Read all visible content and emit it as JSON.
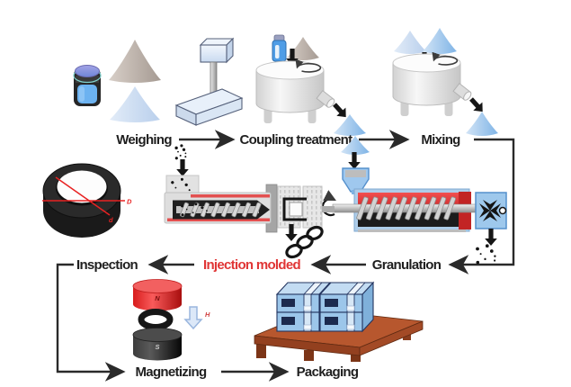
{
  "figure": {
    "background": "#ffffff",
    "steps": {
      "weighing": "Weighing",
      "coupling_treatment": "Coupling treatment",
      "mixing": "Mixing",
      "granulation": "Granulation",
      "injection_molded": "Injection molded",
      "inspection": "Inspection",
      "magnetizing": "Magnetizing",
      "packaging": "Packaging"
    },
    "flow_order": [
      "Weighing",
      "Coupling treatment",
      "Mixing",
      "Granulation",
      "Injection molded",
      "Inspection",
      "Magnetizing",
      "Packaging"
    ],
    "annotations": {
      "ring_outer_diameter": "D",
      "ring_inner_diameter": "d",
      "magnet_north": "N",
      "magnet_south": "S",
      "magnetic_field": "H"
    },
    "colors": {
      "step_label": "#1f1f1f",
      "injection_label": "#e03535",
      "arrow": "#2a2a2a",
      "annotation_red": "#e82222",
      "heater_red": "#d92b2b",
      "powder_blue": "#8fbde6",
      "machine_blue": "#9ec8ec",
      "box_blue": "#9cc6ea",
      "pallet_brown": "#a8502a",
      "magnet_north_red": "#d81c1c",
      "magnet_south_black": "#161616"
    }
  }
}
